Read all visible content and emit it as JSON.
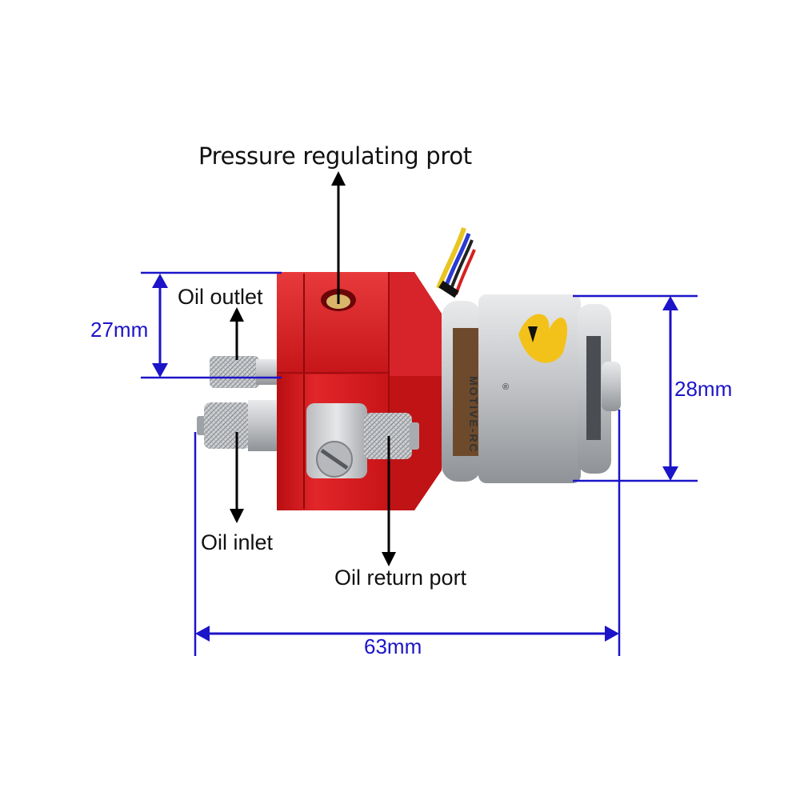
{
  "labels": {
    "pressure_port": "Pressure regulating prot",
    "oil_outlet": "Oil outlet",
    "oil_inlet": "Oil inlet",
    "oil_return": "Oil return port"
  },
  "dimensions": {
    "height_block": "27mm",
    "height_motor": "28mm",
    "length_total": "63mm"
  },
  "motor": {
    "brand_text": "MOTIVE-RC",
    "registered_mark": "®"
  },
  "colors": {
    "dimension_blue": "#1c14c8",
    "body_red": "#d41a1c",
    "motor_silver": "#c9cacc",
    "logo_yellow": "#f2c21a"
  }
}
